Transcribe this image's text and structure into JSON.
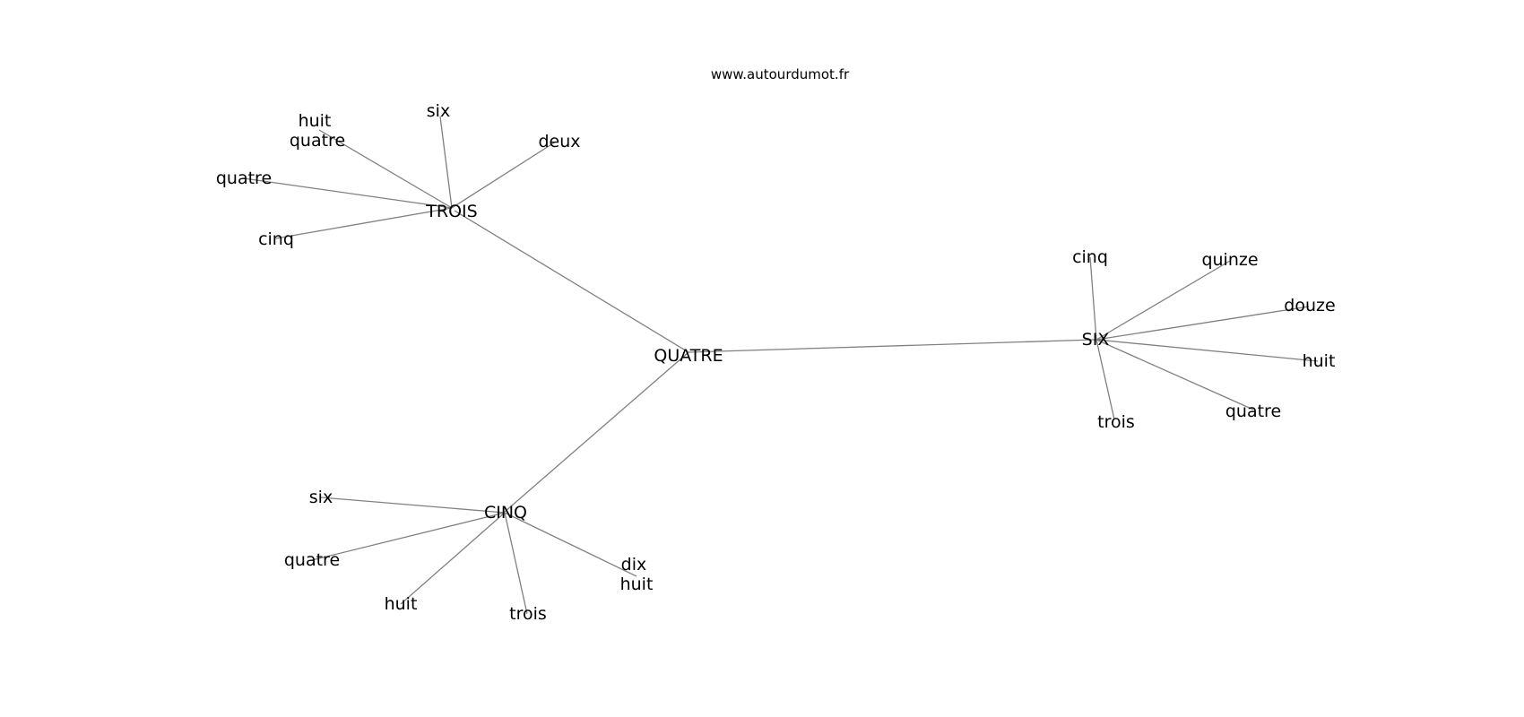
{
  "site": "www.autourdumot.fr",
  "center": "QUATRE",
  "hubs": [
    {
      "label": "TROIS",
      "children": [
        "huit quatre",
        "six",
        "deux",
        "quatre",
        "cinq"
      ]
    },
    {
      "label": "SIX",
      "children": [
        "cinq",
        "quinze",
        "douze",
        "huit",
        "quatre",
        "trois"
      ]
    },
    {
      "label": "CINQ",
      "children": [
        "six",
        "quatre",
        "huit",
        "trois",
        "dix huit"
      ]
    }
  ],
  "colors": {
    "edge": "#808080",
    "text": "#000000",
    "background": "#ffffff"
  }
}
